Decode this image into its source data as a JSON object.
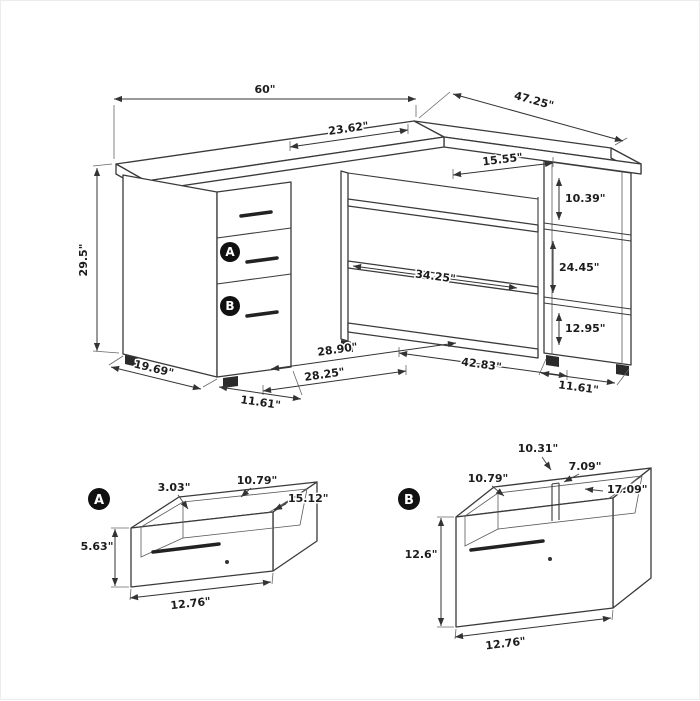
{
  "diagram": {
    "desk": {
      "dim_width_top": "60\"",
      "dim_return_length": "47.25\"",
      "dim_desktop_depth": "23.62\"",
      "dim_return_top": "15.55\"",
      "dim_height": "29.5\"",
      "dim_shelf_top": "10.39\"",
      "dim_shelf_mid": "24.45\"",
      "dim_shelf_bottom": "12.95\"",
      "dim_inner_width": "34.25\"",
      "dim_knee_width": "28.90\"",
      "dim_knee_depth": "28.25\"",
      "dim_return_base": "42.83\"",
      "dim_bookcase_depth": "11.61\"",
      "dim_side_depth": "19.69\"",
      "dim_pedestal_width": "11.61\"",
      "label_a": "A",
      "label_b": "B"
    },
    "drawer_a": {
      "label": "A",
      "dim_panel_thickness": "3.03\"",
      "dim_inner_width": "10.79\"",
      "dim_outer_width": "15.12\"",
      "dim_height": "5.63\"",
      "dim_front_width": "12.76\""
    },
    "drawer_b": {
      "label": "B",
      "dim_back_height": "10.31\"",
      "dim_inner_width": "10.79\"",
      "dim_divider": "7.09\"",
      "dim_side_depth": "17.09\"",
      "dim_height": "12.6\"",
      "dim_front_width": "12.76\""
    }
  }
}
